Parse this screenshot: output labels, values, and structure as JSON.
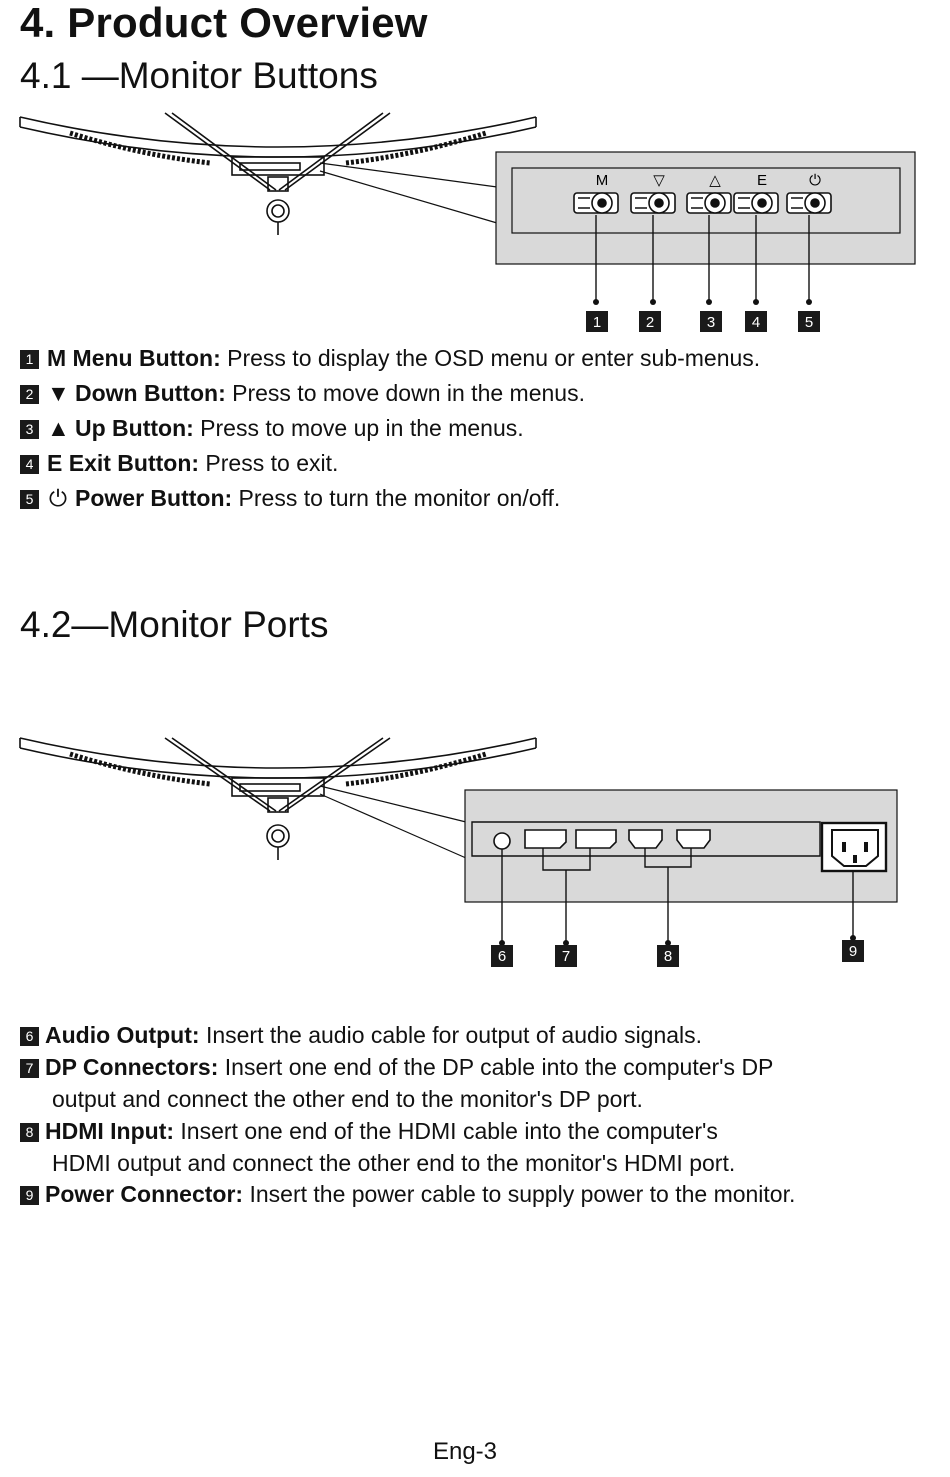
{
  "title": "4. Product Overview",
  "section_buttons": {
    "heading": "4.1 —Monitor Buttons",
    "panel_symbols": [
      "M",
      "▽",
      "△",
      "E",
      "⏻"
    ],
    "callouts": [
      "1",
      "2",
      "3",
      "4",
      "5"
    ],
    "items": [
      {
        "num": "1",
        "symbol": "",
        "label": "M Menu Button:",
        "text": " Press to display the OSD menu or enter sub-menus."
      },
      {
        "num": "2",
        "symbol": "▼",
        "label": "Down Button:",
        "text": " Press to move down in the menus."
      },
      {
        "num": "3",
        "symbol": "▲",
        "label": "Up Button:",
        "text": " Press to move up in the menus."
      },
      {
        "num": "4",
        "symbol": "",
        "label": "E Exit Button:",
        "text": " Press to exit."
      },
      {
        "num": "5",
        "symbol": "⏻",
        "label": "Power Button:",
        "text": " Press to turn the monitor on/off."
      }
    ]
  },
  "section_ports": {
    "heading": "4.2—Monitor Ports",
    "callouts": [
      "6",
      "7",
      "8",
      "9"
    ],
    "items": [
      {
        "num": "6",
        "label": "Audio Output:",
        "text": " Insert the audio cable for output of audio signals.",
        "cont": ""
      },
      {
        "num": "7",
        "label": "DP Connectors:",
        "text": " Insert one end of the DP cable into the computer's DP",
        "cont": "output and connect the other end to the monitor's DP port."
      },
      {
        "num": "8",
        "label": "HDMI Input:",
        "text": " Insert one end of the HDMI cable into the computer's",
        "cont": "HDMI output and connect the other end to the monitor's HDMI port."
      },
      {
        "num": "9",
        "label": "Power Connector:",
        "text": " Insert the power cable to supply power to the monitor.",
        "cont": ""
      }
    ]
  },
  "footer": "Eng-3",
  "colors": {
    "panel_fill": "#d9d9d9",
    "ink": "#111111",
    "badge": "#1a1a1a"
  }
}
